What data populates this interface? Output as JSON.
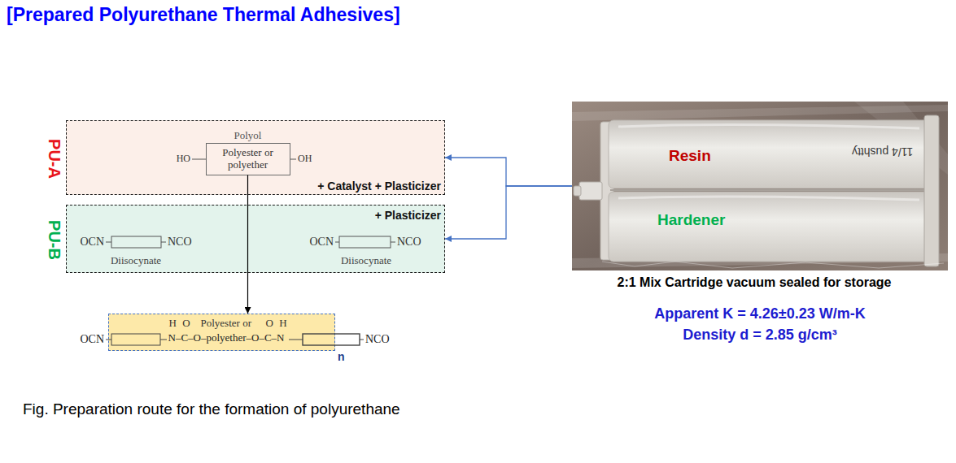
{
  "diagram": {
    "title": "[Prepared Polyurethane Thermal Adhesives]",
    "caption": "Fig. Preparation route for the formation of polyurethane",
    "nodes": [
      {
        "text": [
          "PU-A",
          "+ Catalyst + Plasticizer"
        ]
      },
      {
        "text": [
          "Polyol",
          "Polyester or polyether"
        ],
        "in": 0
      },
      {
        "text": [
          "PU-B",
          "+ Plasticizer"
        ]
      },
      {
        "text": [
          "H O",
          "Polyester or",
          "O H",
          "N–C–O–polyether–O–C–N"
        ]
      },
      {
        "text": [
          "Resin",
          "Hardener",
          "11/4 pushtty"
        ]
      }
    ],
    "edges": [
      {
        "from": 1,
        "to": 3,
        "arrow": "to"
      },
      {
        "from": 4,
        "to": 0,
        "arrow": "to"
      },
      {
        "from": 4,
        "to": 2,
        "arrow": "to"
      }
    ],
    "labels": [
      "HO",
      "OH",
      "OCN",
      "NCO",
      "Diisocynate",
      "OCN",
      "NCO",
      "Diisocynate",
      "OCN",
      "NCO",
      "n",
      "2:1 Mix Cartridge vacuum sealed for storage",
      "Apparent K = 4.26±0.23 W/m-K",
      "Density d = 2.85 g/cm³"
    ]
  }
}
